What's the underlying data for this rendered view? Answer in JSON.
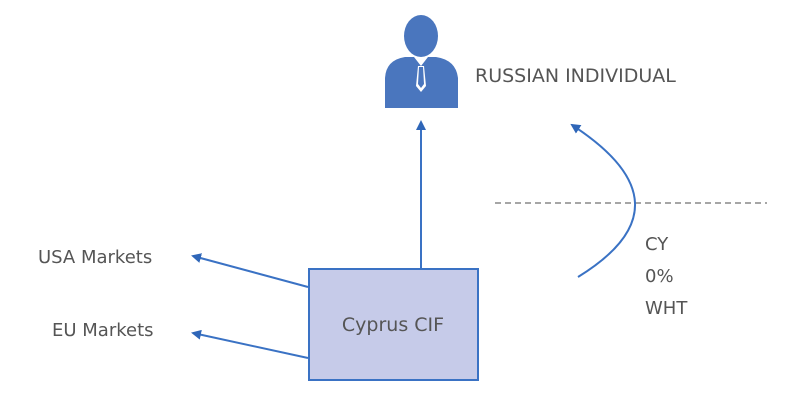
{
  "person": {
    "label": "RUSSIAN INDIVIDUAL",
    "icon": "person-icon"
  },
  "entity": {
    "label": "Cyprus CIF"
  },
  "markets": [
    {
      "label": "USA Markets"
    },
    {
      "label": "EU Markets"
    }
  ],
  "tax_note": {
    "lines": [
      "CY",
      "0%",
      "WHT"
    ]
  },
  "colors": {
    "accent": "#3a72c4",
    "box_fill": "#c6cbe9",
    "icon": "#4a76be",
    "text": "#555555",
    "dash": "#888888"
  }
}
